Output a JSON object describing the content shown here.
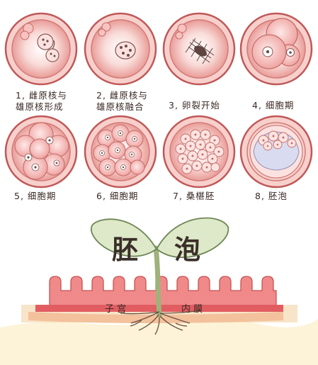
{
  "stages": [
    {
      "line1": "1, 雌原核与",
      "line2": "雄原核形成"
    },
    {
      "line1": "2, 雌原核与",
      "line2": "雄原核融合"
    },
    {
      "line1": "3, 卵裂开始",
      "line2": ""
    },
    {
      "line1": "4, 细胞期",
      "line2": ""
    },
    {
      "line1": "5, 细胞期",
      "line2": ""
    },
    {
      "line1": "6, 细胞期",
      "line2": ""
    },
    {
      "line1": "7, 桑椹胚",
      "line2": ""
    },
    {
      "line1": "8, 胚泡",
      "line2": ""
    }
  ],
  "sprout": {
    "left_leaf": "胚",
    "right_leaf": "泡"
  },
  "uterus": {
    "label_left": "子 宫",
    "label_right": "内 膜"
  },
  "colors": {
    "ring": "#e06a6a",
    "shell": "#f3b9b4",
    "cell": "#f6c8c6",
    "leaf": "#d9e8c3",
    "uterus": "#e8666b",
    "soil": "#f7e4b6"
  }
}
